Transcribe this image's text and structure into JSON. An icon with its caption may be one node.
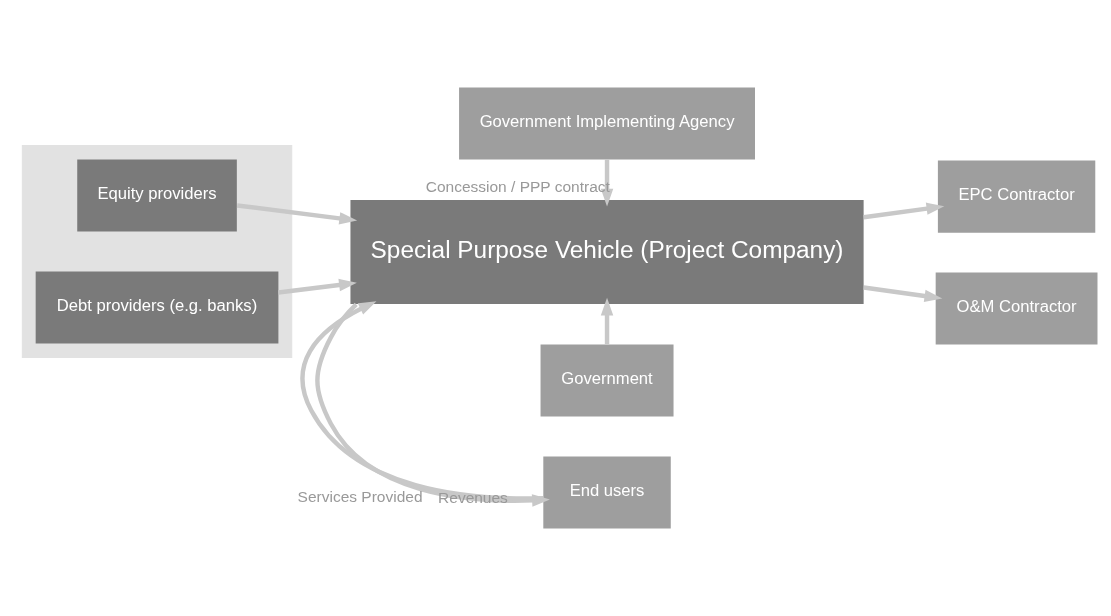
{
  "diagram": {
    "nodes": [
      {
        "text": [],
        "shape": "box"
      },
      {
        "text": [
          "Equity providers"
        ],
        "in": 0
      },
      {
        "text": [
          "Debt providers (e.g. banks)"
        ],
        "in": 0
      },
      {
        "text": [
          "Government Implementing Agency"
        ]
      },
      {
        "text": [
          "Special Purpose Vehicle (Project Company)"
        ]
      },
      {
        "text": [
          "EPC Contractor"
        ]
      },
      {
        "text": [
          "O&M Contractor"
        ]
      },
      {
        "text": [
          "End users"
        ]
      },
      {
        "text": [
          "Government"
        ]
      }
    ],
    "edges": [
      {
        "from": 3,
        "to": 4,
        "arrow": "to",
        "label": "Concession / PPP contract"
      },
      {
        "from": 1,
        "to": 4,
        "arrow": "to"
      },
      {
        "from": 2,
        "to": 4,
        "arrow": "to"
      },
      {
        "from": 4,
        "to": 5,
        "arrow": "to"
      },
      {
        "from": 4,
        "to": 6,
        "arrow": "to"
      },
      {
        "from": 4,
        "to": 7,
        "arrow": "to",
        "label": "Services Provided"
      },
      {
        "from": 7,
        "to": 4,
        "arrow": "to",
        "label": "Revenues"
      },
      {
        "from": 8,
        "to": 4,
        "arrow": "to"
      }
    ]
  }
}
